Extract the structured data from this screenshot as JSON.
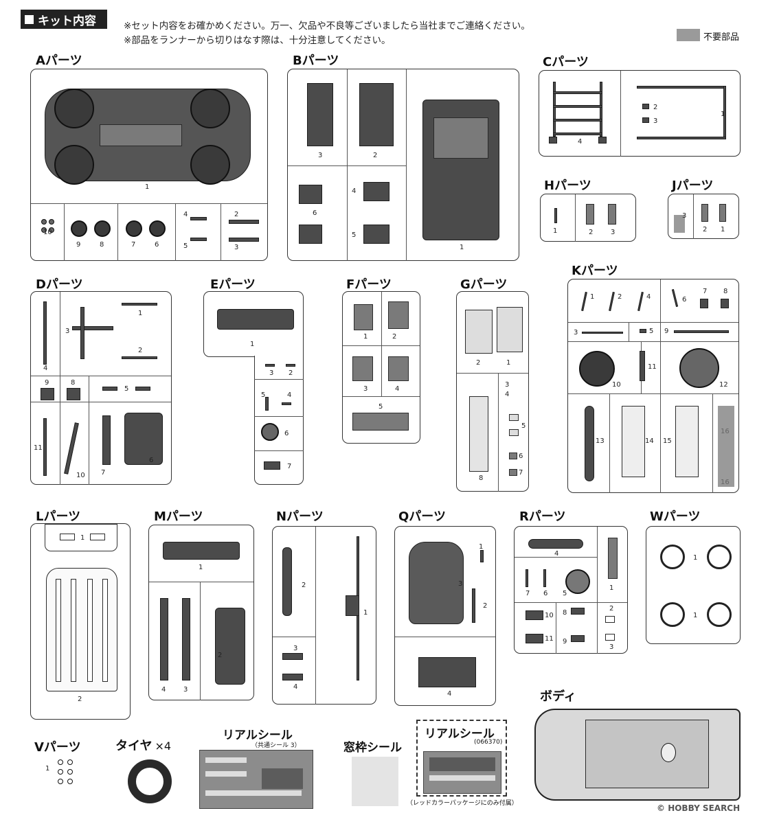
{
  "header": {
    "title": "キット内容",
    "note1": "※セット内容をお確かめください。万一、欠品や不良等ございましたら当社までご連絡ください。",
    "note2": "※部品をランナーから切りはなす際は、十分注意してください。",
    "legend_unused": "不要部品",
    "legend_color": "#9a9a9a"
  },
  "runners": {
    "A": {
      "label": "Aパーツ",
      "numbers": [
        "1",
        "10",
        "9",
        "8",
        "7",
        "6",
        "4",
        "5",
        "2",
        "3"
      ]
    },
    "B": {
      "label": "Bパーツ",
      "numbers": [
        "3",
        "2",
        "1",
        "6",
        "4",
        "5"
      ]
    },
    "C": {
      "label": "Cパーツ",
      "numbers": [
        "4",
        "2",
        "3",
        "1"
      ]
    },
    "H": {
      "label": "Hパーツ",
      "numbers": [
        "1",
        "2",
        "3"
      ]
    },
    "J": {
      "label": "Jパーツ",
      "numbers": [
        "3",
        "2",
        "1"
      ]
    },
    "D": {
      "label": "Dパーツ",
      "numbers": [
        "4",
        "3",
        "1",
        "2",
        "9",
        "8",
        "5",
        "11",
        "10",
        "7",
        "6"
      ]
    },
    "E": {
      "label": "Eパーツ",
      "numbers": [
        "1",
        "3",
        "2",
        "5",
        "4",
        "6",
        "7"
      ]
    },
    "F": {
      "label": "Fパーツ",
      "numbers": [
        "1",
        "2",
        "3",
        "4",
        "5"
      ]
    },
    "G": {
      "label": "Gパーツ",
      "numbers": [
        "2",
        "1",
        "3",
        "4",
        "5",
        "6",
        "7",
        "8"
      ]
    },
    "K": {
      "label": "Kパーツ",
      "numbers": [
        "1",
        "2",
        "4",
        "6",
        "7",
        "8",
        "3",
        "5",
        "9",
        "10",
        "11",
        "12",
        "13",
        "14",
        "15",
        "16",
        "16"
      ]
    },
    "L": {
      "label": "Lパーツ",
      "numbers": [
        "1",
        "2"
      ]
    },
    "M": {
      "label": "Mパーツ",
      "numbers": [
        "1",
        "2",
        "4",
        "3"
      ]
    },
    "N": {
      "label": "Nパーツ",
      "numbers": [
        "2",
        "1",
        "3",
        "4"
      ]
    },
    "Q": {
      "label": "Qパーツ",
      "numbers": [
        "1",
        "3",
        "2",
        "4"
      ]
    },
    "R": {
      "label": "Rパーツ",
      "numbers": [
        "4",
        "7",
        "6",
        "5",
        "1",
        "10",
        "8",
        "2",
        "11",
        "9",
        "3"
      ]
    },
    "W": {
      "label": "Wパーツ",
      "numbers": [
        "1",
        "1"
      ]
    },
    "V": {
      "label": "Vパーツ",
      "numbers": [
        "1"
      ]
    }
  },
  "body_label": "ボディ",
  "tire": {
    "label": "タイヤ",
    "count": "×4"
  },
  "sticker_common": {
    "label": "リアルシール",
    "sub": "（共通シール 3）"
  },
  "window_sticker": {
    "label": "窓枠シール"
  },
  "sticker_red": {
    "label": "リアルシール",
    "sub": "(066370)",
    "note": "（レッドカラーパッケージにのみ付属）"
  },
  "watermark": "HOBBY SEARCH",
  "watermark_prefix": "©"
}
